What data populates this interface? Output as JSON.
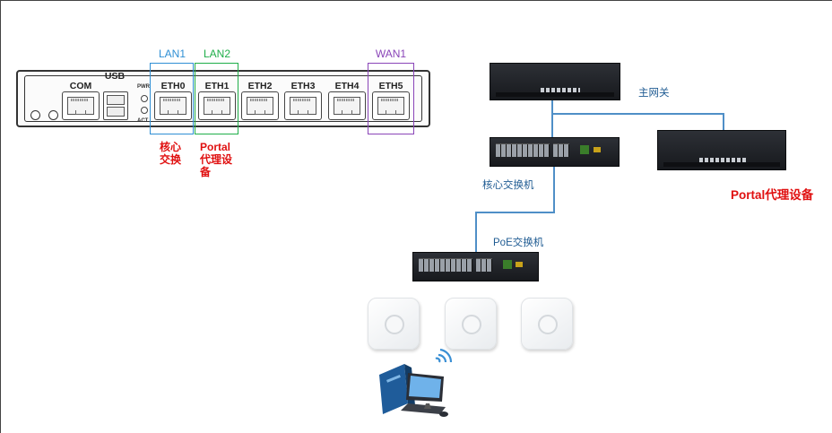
{
  "panel": {
    "com_label": "COM",
    "usb_label": "USB",
    "pwr_label": "PWR",
    "act_label": "ACT",
    "ports": [
      "ETH0",
      "ETH1",
      "ETH2",
      "ETH3",
      "ETH4",
      "ETH5"
    ]
  },
  "highlights": {
    "lan1": "LAN1",
    "lan2": "LAN2",
    "wan1": "WAN1"
  },
  "notes": {
    "eth0_line1": "核心",
    "eth0_line2": "交换",
    "eth1_line1": "Portal",
    "eth1_line2": "代理设",
    "eth1_line3": "备"
  },
  "topology": {
    "main_gateway": "主网关",
    "core_switch": "核心交换机",
    "poe_switch": "PoE交换机",
    "portal_proxy": "Portal代理设备"
  },
  "colors": {
    "lan1": "#2f8fd4",
    "lan2": "#1fae49",
    "wan1": "#8a45b8",
    "note_red": "#e01010",
    "link_blue": "#4f8fc7"
  }
}
